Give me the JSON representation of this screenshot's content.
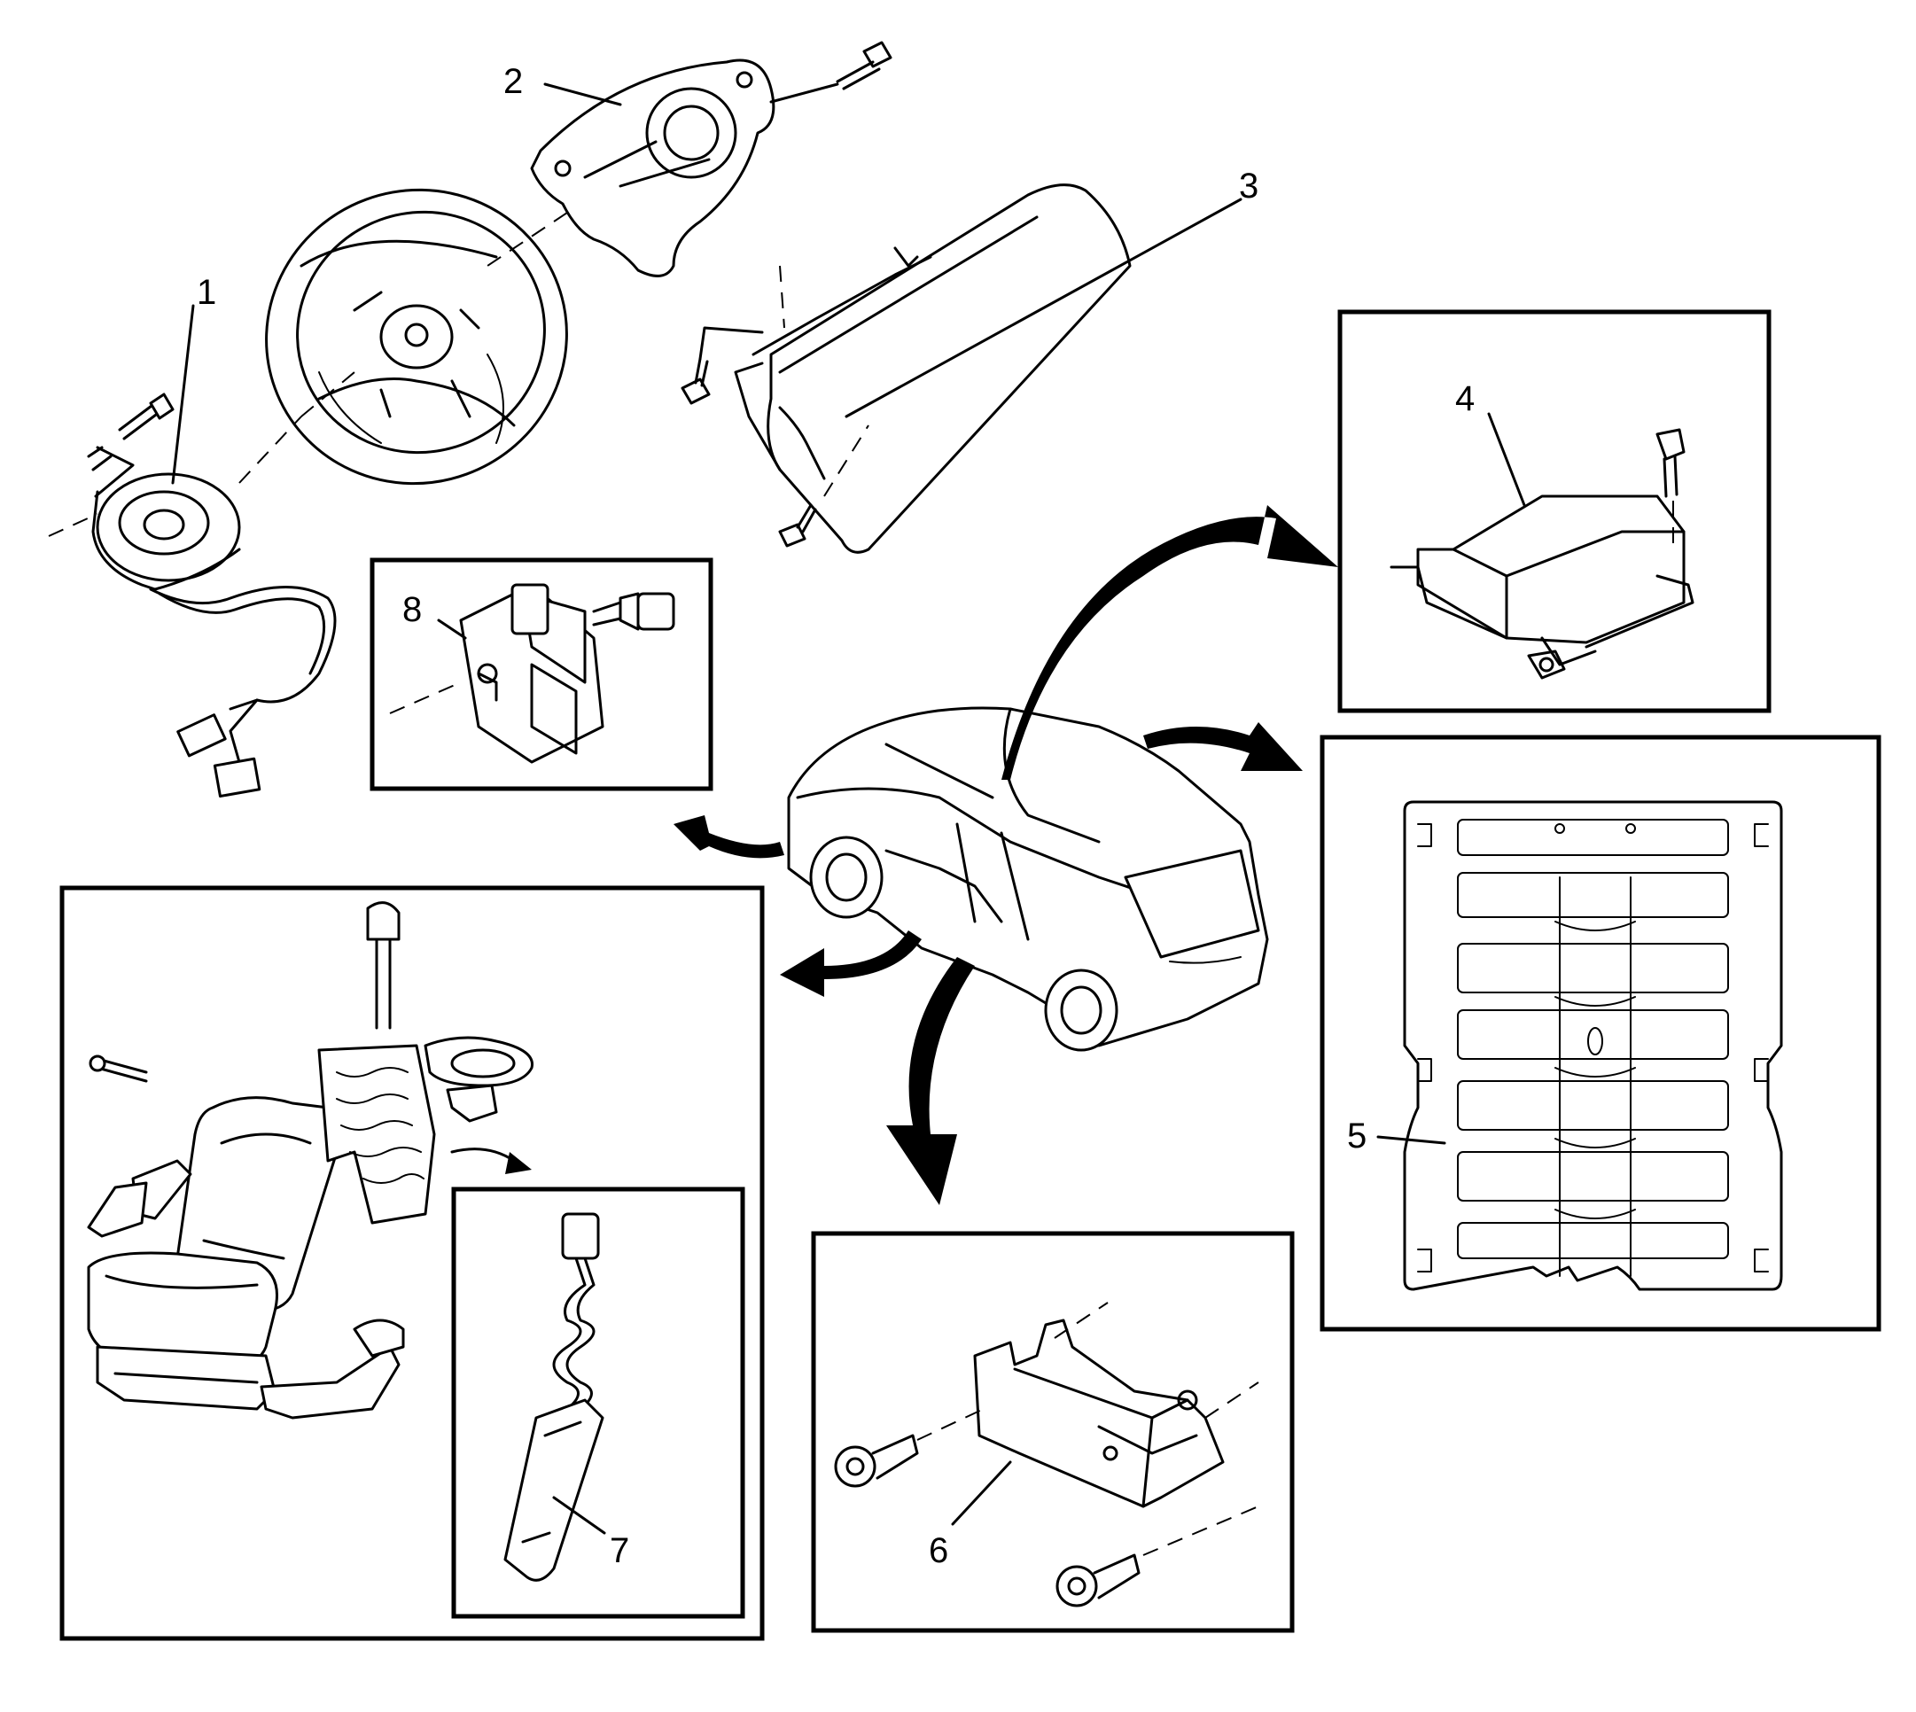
{
  "diagram": {
    "callouts": [
      {
        "id": "1",
        "text": "1"
      },
      {
        "id": "2",
        "text": "2"
      },
      {
        "id": "3",
        "text": "3"
      },
      {
        "id": "4",
        "text": "4"
      },
      {
        "id": "5",
        "text": "5"
      },
      {
        "id": "6",
        "text": "6"
      },
      {
        "id": "7",
        "text": "7"
      },
      {
        "id": "8",
        "text": "8"
      }
    ],
    "components": [
      {
        "name": "clock-spring",
        "callout": "1"
      },
      {
        "name": "driver-airbag-module",
        "callout": "2"
      },
      {
        "name": "passenger-airbag-module",
        "callout": "3"
      },
      {
        "name": "sdm-control-module",
        "callout": "4"
      },
      {
        "name": "passenger-presence-sensor-mat",
        "callout": "5"
      },
      {
        "name": "side-impact-sensor",
        "callout": "6"
      },
      {
        "name": "seat-side-airbag",
        "callout": "7"
      },
      {
        "name": "seatbelt-pretensioner-sensor",
        "callout": "8"
      }
    ],
    "colors": {
      "ink": "#000000",
      "paper": "#ffffff"
    }
  }
}
